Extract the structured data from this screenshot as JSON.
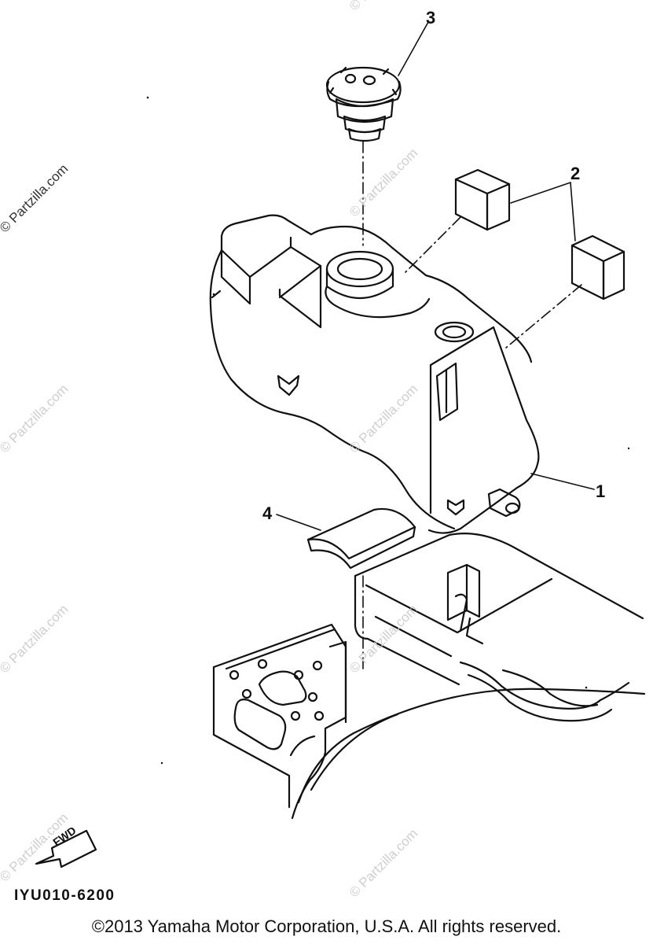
{
  "callouts": {
    "c1": "1",
    "c2": "2",
    "c3": "3",
    "c4": "4"
  },
  "fwd_arrow_label": "FWD",
  "part_code": "IYU010-6200",
  "copyright": "©2013 Yamaha Motor Corporation, U.S.A. All rights reserved.",
  "watermark": "© Partzilla.com",
  "parts": [
    "fuel-tank",
    "damper-pad",
    "fuel-cap",
    "heat-shield"
  ],
  "colors": {
    "line": "#111111",
    "watermark": "#cfcfcf",
    "background": "#ffffff"
  }
}
